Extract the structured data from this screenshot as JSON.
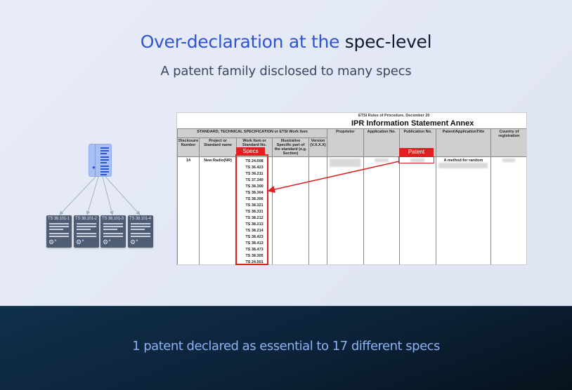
{
  "header": {
    "title_highlight": "Over-declaration at the",
    "title_rest": "spec-level",
    "subtitle": "A patent family disclosed to many specs"
  },
  "diagram": {
    "root_icon": "certificate-document-icon",
    "child_specs": [
      "TS 38.101-1",
      "TS 38.101-2",
      "TS 38.101-3",
      "TS 38.101-4"
    ],
    "child_icon": "gear-icon"
  },
  "document": {
    "rules_header": "ETSI Rules of Procedure, December 20",
    "title": "IPR Information Statement Annex",
    "group_header": "STANDARD, TECHNICAL SPECIFICATION or ETSI Work Item",
    "columns": [
      "Disclosure Number",
      "Project or Standard name",
      "Work Item or Standard No.",
      "Illustrative Specific part of the standard (e.g. Section)",
      "Version (V.X.X.X)",
      "Proprietor",
      "Application No.",
      "Publication No.",
      "Patent/ApplicationTitle",
      "Country of registration"
    ],
    "row": {
      "disclosure_number": "14",
      "project": "New Radio(NR)",
      "patent_title": "A method for random",
      "specs": [
        "TS 24.008",
        "TS 36.423",
        "TS 36.211",
        "TS 37.340",
        "TS 38.300",
        "TS 38.304",
        "TS 38.306",
        "TS 38.321",
        "TS 38.331",
        "TS 38.212",
        "TS 38.213",
        "TS 38.214",
        "TS 38.423",
        "TS 38.413",
        "TS 38.473",
        "TS 38.305",
        "TS 24.501"
      ]
    },
    "annotations": {
      "specs_label": "Specs",
      "patent_label": "Patent",
      "highlight_color": "#e02020"
    }
  },
  "footer": {
    "statement": "1 patent declared as essential to 17 different specs"
  },
  "colors": {
    "title_blue": "#2f55d4",
    "title_dark": "#0e1b33",
    "band_bg": "#0c2238",
    "band_text": "#8db1f3"
  }
}
